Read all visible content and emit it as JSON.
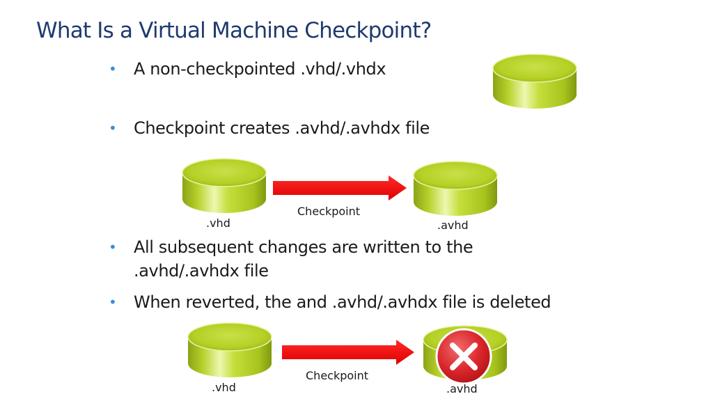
{
  "slide": {
    "title": "What Is a Virtual Machine Checkpoint?",
    "bullets": [
      "A non-checkpointed .vhd/.vhdx",
      "Checkpoint creates .avhd/.avhdx file",
      "All subsequent changes are written to the .avhd/.avhdx file",
      "When reverted, the and .avhd/.avhdx file is deleted"
    ],
    "diagram_top": {
      "left_label": ".vhd",
      "arrow_label": "Checkpoint",
      "right_label": ".avhd"
    },
    "diagram_bottom": {
      "left_label": ".vhd",
      "arrow_label": "Checkpoint",
      "right_label": ".avhd"
    }
  },
  "icons": {
    "disk": "disk-icon",
    "arrow": "right-arrow-icon",
    "delete": "delete-x-icon"
  },
  "colors": {
    "title": "#1f3a6e",
    "bullet_dot": "#3c8dd3",
    "disk": "#a8c81a",
    "arrow": "#ff0000",
    "delete_badge": "#d9262b"
  }
}
